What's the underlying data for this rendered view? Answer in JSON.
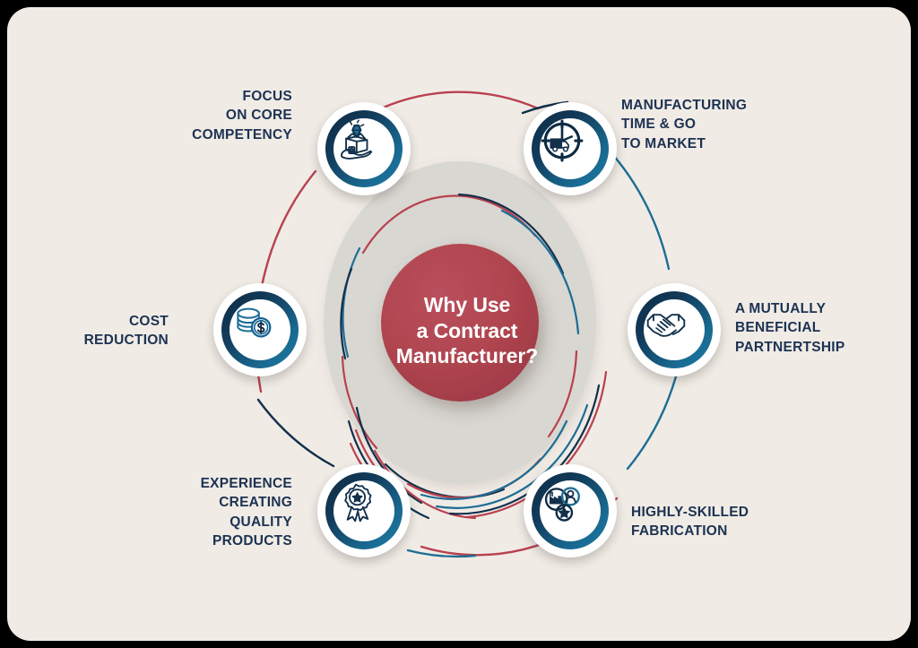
{
  "theme": {
    "background": "#f0ebe5",
    "frame": "#000000",
    "hub_fill": "#b04450",
    "disc_fill": "#d9d7d2",
    "text_navy": "#1c3252",
    "accent_red": "#b8414f",
    "accent_blue": "#1d6e95",
    "accent_navy": "#12304c",
    "ring_dark": "#0d2b44",
    "ring_light": "#1d7ca6"
  },
  "hub": {
    "name": "why-use-a-contract-manufacturer",
    "lines": [
      "Why Use",
      "a Contract",
      "Manufacturer?"
    ],
    "line1": "Why Use",
    "line2": "a Contract",
    "line3": "Manufacturer?"
  },
  "nodes": [
    {
      "id": "focus-on-core-competency",
      "icon": "box-gem-hand-icon",
      "align": "right",
      "lines": [
        "FOCUS",
        "ON CORE",
        "COMPETENCY"
      ],
      "line1": "FOCUS",
      "line2": "ON CORE",
      "line3": "COMPETENCY"
    },
    {
      "id": "manufacturing-time-and-go-to-market",
      "icon": "clock-truck-icon",
      "align": "left",
      "lines": [
        "MANUFACTURING",
        "TIME & GO",
        "TO MARKET"
      ],
      "line1": "MANUFACTURING",
      "line2": "TIME & GO",
      "line3": "TO MARKET"
    },
    {
      "id": "a-mutually-beneficial-partnertship",
      "icon": "handshake-icon",
      "align": "left",
      "lines": [
        "A MUTUALLY",
        "BENEFICIAL",
        "PARTNERTSHIP"
      ],
      "line1": "A MUTUALLY",
      "line2": "BENEFICIAL",
      "line3": "PARTNERTSHIP"
    },
    {
      "id": "highly-skilled-fabrication",
      "icon": "factory-person-star-icon",
      "align": "left",
      "lines": [
        "HIGHLY-SKILLED",
        "FABRICATION"
      ],
      "line1": "HIGHLY-SKILLED",
      "line2": "FABRICATION",
      "line3": ""
    },
    {
      "id": "experience-creating-quality-products",
      "icon": "award-ribbon-icon",
      "align": "right",
      "lines": [
        "EXPERIENCE",
        "CREATING",
        "QUALITY",
        "PRODUCTS"
      ],
      "line1": "EXPERIENCE",
      "line2": "CREATING",
      "line3": "QUALITY",
      "line4": "PRODUCTS"
    },
    {
      "id": "cost-reduction",
      "icon": "coins-dollar-icon",
      "align": "right",
      "lines": [
        "COST",
        "REDUCTION"
      ],
      "line1": "COST",
      "line2": "REDUCTION",
      "line3": ""
    }
  ]
}
